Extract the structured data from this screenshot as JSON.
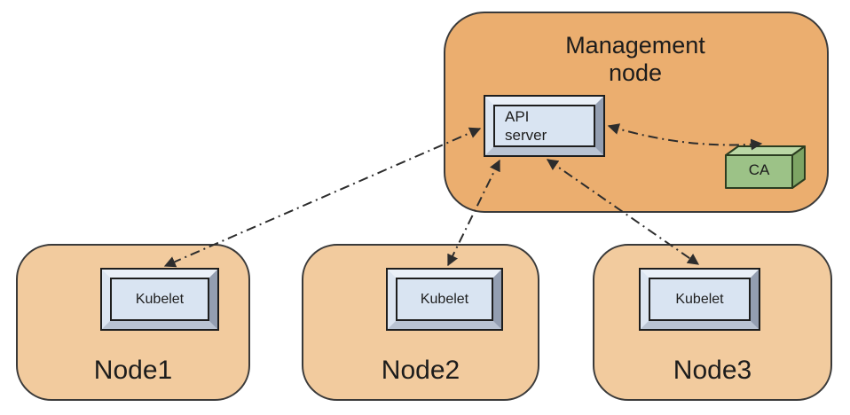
{
  "diagram": {
    "title_hidden": "",
    "management_node": {
      "label": "Management\nnode",
      "api_server": {
        "label": "API\nserver"
      },
      "ca": {
        "label": "CA"
      }
    },
    "nodes": [
      {
        "label": "Node1",
        "component": "Kubelet"
      },
      {
        "label": "Node2",
        "component": "Kubelet"
      },
      {
        "label": "Node3",
        "component": "Kubelet"
      }
    ],
    "connections": [
      {
        "from": "api-server",
        "to": "kubelet-node1",
        "bidirectional": true,
        "style": "dash-dot"
      },
      {
        "from": "api-server",
        "to": "kubelet-node2",
        "bidirectional": true,
        "style": "dash-dot"
      },
      {
        "from": "api-server",
        "to": "kubelet-node3",
        "bidirectional": true,
        "style": "dash-dot"
      },
      {
        "from": "api-server",
        "to": "ca",
        "bidirectional": true,
        "style": "dash-dot"
      }
    ],
    "colors": {
      "management_fill": "#ebae6f",
      "node_fill": "#f2cb9e",
      "component_face": "#d9e4f2",
      "component_bevel_light": "#eaf0f8",
      "component_bevel_dark": "#939eb1",
      "ca_front": "#9cc287",
      "ca_top": "#bad7a5",
      "ca_side": "#7da464",
      "arrow": "#2d2d2d",
      "border": "#3a3a3a"
    }
  }
}
